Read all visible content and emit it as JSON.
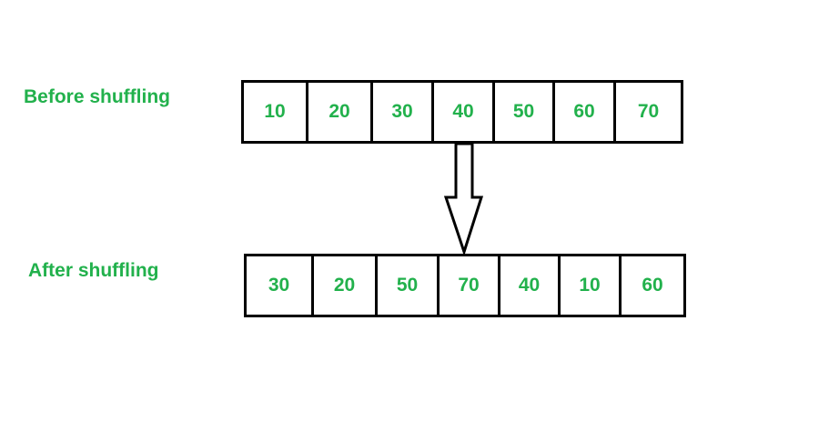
{
  "colors": {
    "text": "#22b14c",
    "border": "#000000",
    "arrow_fill": "#ffffff"
  },
  "before": {
    "label": "Before shuffling",
    "values": [
      "10",
      "20",
      "30",
      "40",
      "50",
      "60",
      "70"
    ]
  },
  "after": {
    "label": "After shuffling",
    "values": [
      "30",
      "20",
      "50",
      "70",
      "40",
      "10",
      "60"
    ]
  },
  "arrow": {
    "direction": "down"
  }
}
